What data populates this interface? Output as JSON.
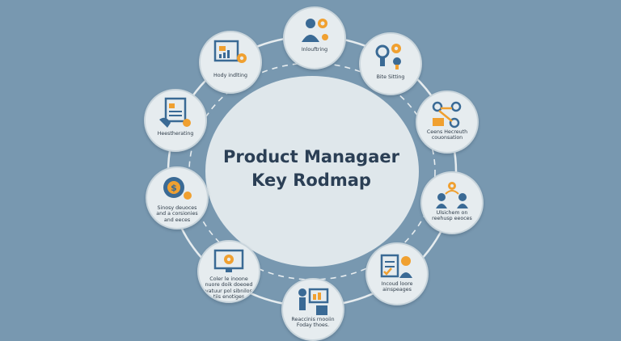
{
  "center": {
    "title_line1": "Product Managaer",
    "title_line2": "Key Rodmap"
  },
  "nodes": [
    {
      "label": "Inlouftring",
      "icon": "person-gear-icon"
    },
    {
      "label": "Bite Sitting",
      "icon": "lightbulb-gears-icon"
    },
    {
      "label": "Ceens Hecreuth\ncouonsation",
      "icon": "team-network-icon"
    },
    {
      "label": "Ulsichem on\nreehusp eeoces",
      "icon": "people-gear-icon"
    },
    {
      "label": "Incoud loore\nainspeages",
      "icon": "checklist-person-icon"
    },
    {
      "label": "Reaccinis rnooiin\nFoday thoes.",
      "icon": "presenter-icon"
    },
    {
      "label": "Coler le inoone\nnuore doik doeoed\nyatuur pol sibnilos\ntiis enotiges",
      "icon": "monitor-gear-icon"
    },
    {
      "label": "Sinosy deuoces\nand a corsionies\nand eeces",
      "icon": "dollar-gear-icon"
    },
    {
      "label": "Heestherating",
      "icon": "document-hand-icon"
    },
    {
      "label": "Hody indlting",
      "icon": "dashboard-chart-icon"
    }
  ],
  "colors": {
    "background": "#7898b0",
    "node_fill": "#e6ecef",
    "center_fill": "#dfe7eb",
    "accent_orange": "#f0a030",
    "accent_blue": "#3a6a95",
    "dark_text": "#2b3f55"
  }
}
